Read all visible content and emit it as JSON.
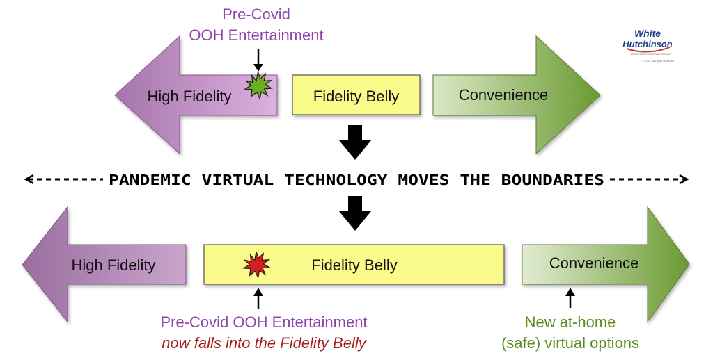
{
  "top_row": {
    "annotation_line1": "Pre-Covid",
    "annotation_line2": "OOH Entertainment",
    "high_fidelity": "High Fidelity",
    "fidelity_belly": "Fidelity Belly",
    "convenience": "Convenience"
  },
  "divider": {
    "text": "PANDEMIC VIRTUAL TECHNOLOGY MOVES THE BOUNDARIES"
  },
  "bottom_row": {
    "high_fidelity": "High Fidelity",
    "fidelity_belly": "Fidelity Belly",
    "convenience": "Convenience",
    "note_left_line1": "Pre-Covid OOH Entertainment",
    "note_left_line2": "now falls into the Fidelity Belly",
    "note_right_line1": "New at-home",
    "note_right_line2": "(safe) virtual options"
  },
  "logo": {
    "line1": "White",
    "line2": "Hutchinson",
    "tagline": "LEISURE & LEARNING GROUP",
    "copyright": "© 2011 All rights reserved"
  },
  "colors": {
    "purple_light": "#d7a8dc",
    "purple_dark": "#a06aa6",
    "yellow": "#fbfb8c",
    "green_light": "#d0e2b4",
    "green_dark": "#6f9a3a",
    "purple_text": "#8e44ad",
    "dark_red_text": "#a52020",
    "green_text": "#5f8a1f",
    "star_green": "#6ab020",
    "star_red": "#d42020"
  }
}
